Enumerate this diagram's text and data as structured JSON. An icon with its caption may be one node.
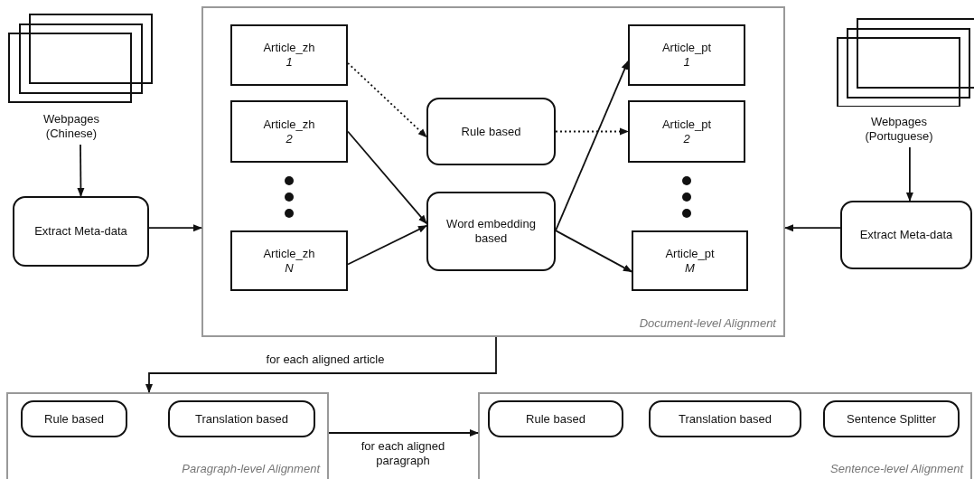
{
  "diagram": {
    "nodes": [
      {
        "text": [
          "Webpages (Chinese)"
        ]
      },
      {
        "text": [
          "Extract Meta-data"
        ]
      },
      {
        "text": [
          "Document-level Alignment"
        ]
      },
      {
        "text": [
          "Article_zh",
          "1"
        ],
        "in": 2
      },
      {
        "text": [
          "Article_zh",
          "2"
        ],
        "in": 2
      },
      {
        "text": [
          "Article_zh",
          "N"
        ],
        "in": 2
      },
      {
        "text": [
          "Rule based"
        ],
        "in": 2
      },
      {
        "text": [
          "Word embedding based"
        ],
        "in": 2
      },
      {
        "text": [
          "Article_pt",
          "1"
        ],
        "in": 2
      },
      {
        "text": [
          "Article_pt",
          "2"
        ],
        "in": 2
      },
      {
        "text": [
          "Article_pt",
          "M"
        ],
        "in": 2
      },
      {
        "text": [
          "Webpages (Portuguese)"
        ]
      },
      {
        "text": [
          "Extract Meta-data"
        ]
      },
      {
        "text": [
          "Paragraph-level Alignment"
        ]
      },
      {
        "text": [
          "Rule based"
        ],
        "in": 13
      },
      {
        "text": [
          "Translation based"
        ],
        "in": 13
      },
      {
        "text": [
          "Sentence-level Alignment"
        ]
      },
      {
        "text": [
          "Rule based"
        ],
        "in": 16
      },
      {
        "text": [
          "Translation based"
        ],
        "in": 16
      },
      {
        "text": [
          "Sentence Splitter"
        ],
        "in": 16
      }
    ],
    "edges": [
      {
        "from": 0,
        "to": 1,
        "arrow": "to"
      },
      {
        "from": 1,
        "to": 2,
        "arrow": "to"
      },
      {
        "from": 11,
        "to": 12,
        "arrow": "to"
      },
      {
        "from": 12,
        "to": 2,
        "arrow": "to"
      },
      {
        "from": 3,
        "to": 6,
        "arrow": "to",
        "style": "dashed"
      },
      {
        "from": 6,
        "to": 9,
        "arrow": "to",
        "style": "dashed"
      },
      {
        "from": 4,
        "to": 7,
        "arrow": "to"
      },
      {
        "from": 5,
        "to": 7,
        "arrow": "to"
      },
      {
        "from": 7,
        "to": 8,
        "arrow": "to"
      },
      {
        "from": 7,
        "to": 10,
        "arrow": "to"
      },
      {
        "from": 2,
        "to": 13,
        "label": "for each aligned article",
        "arrow": "to"
      },
      {
        "from": 13,
        "to": 16,
        "label": "for each aligned paragraph",
        "arrow": "to"
      }
    ]
  }
}
